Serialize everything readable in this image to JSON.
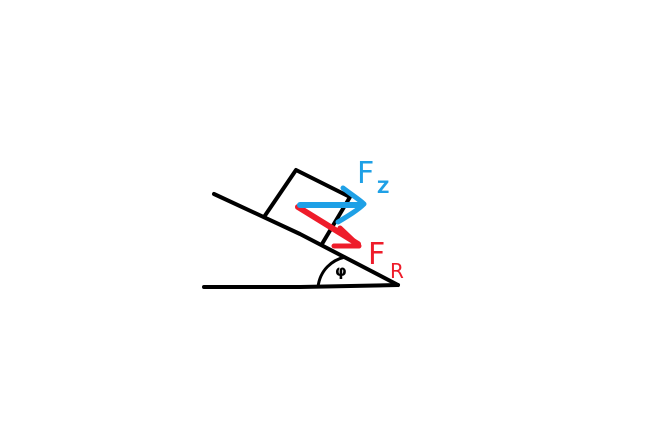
{
  "diagram": {
    "colors": {
      "ink": "#000000",
      "blue": "#1ea0e6",
      "red": "#ee1c2a",
      "background": "#ffffff"
    },
    "labels": {
      "blue_force": {
        "main": "F",
        "sub": "Z"
      },
      "red_force": {
        "main": "F",
        "sub": "R"
      },
      "angle": "φ"
    }
  }
}
